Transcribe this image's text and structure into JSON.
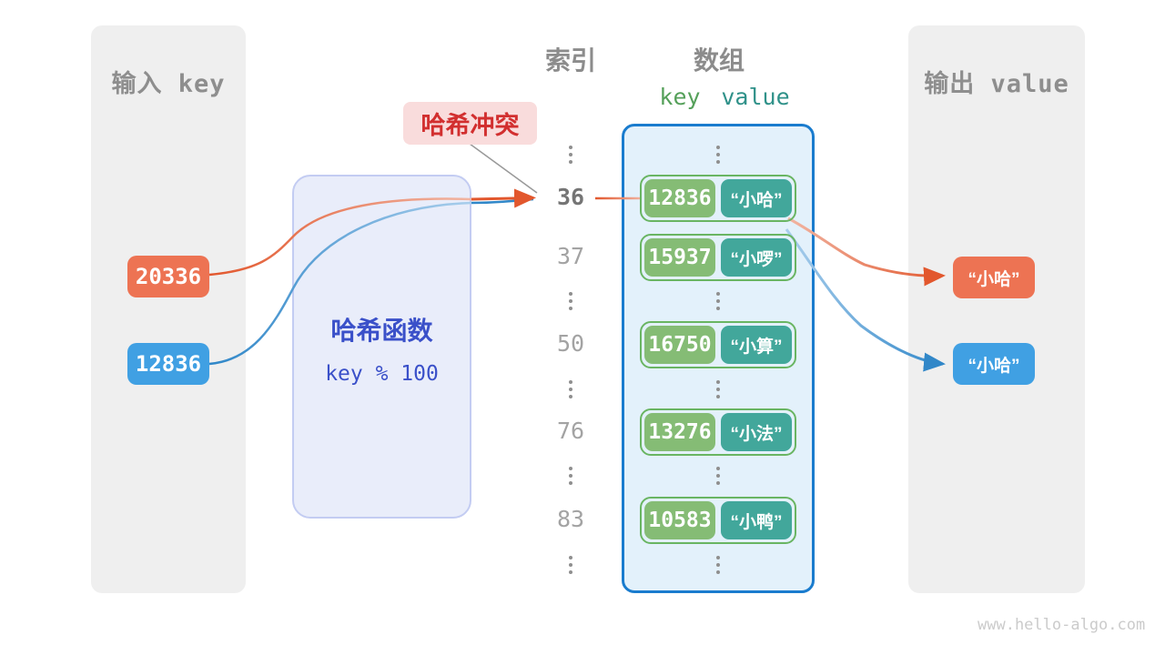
{
  "input_panel": {
    "title": "输入 key",
    "keys": [
      {
        "value": "20336",
        "color": "#ED7353"
      },
      {
        "value": "12836",
        "color": "#40A0E3"
      }
    ]
  },
  "hash_function": {
    "name": "哈希函数",
    "formula": "key % 100"
  },
  "collision_label": "哈希冲突",
  "index_column": {
    "title": "索引",
    "indices": [
      "36",
      "37",
      "50",
      "76",
      "83"
    ],
    "highlighted_index": "36"
  },
  "array": {
    "title": "数组",
    "key_header": "key",
    "value_header": "value",
    "entries": [
      {
        "index": "36",
        "key": "12836",
        "value": "“小哈”"
      },
      {
        "index": "37",
        "key": "15937",
        "value": "“小啰”"
      },
      {
        "index": "50",
        "key": "16750",
        "value": "“小算”"
      },
      {
        "index": "76",
        "key": "13276",
        "value": "“小法”"
      },
      {
        "index": "83",
        "key": "10583",
        "value": "“小鸭”"
      }
    ]
  },
  "output_panel": {
    "title": "输出 value",
    "values": [
      {
        "value": "“小哈”",
        "color": "#ED7353"
      },
      {
        "value": "“小哈”",
        "color": "#40A0E3"
      }
    ]
  },
  "watermark": "www.hello-algo.com",
  "colors": {
    "key_orange": "#ED7353",
    "key_blue": "#40A0E3",
    "curve_orange": "#E2572D",
    "curve_blue": "#2E86C8",
    "array_key_green": "#85BC75",
    "array_value_teal": "#42A79B",
    "array_border_blue": "#1A7CCE",
    "array_bg": "#E3F1FB",
    "hash_box_bg": "#E9EDFA",
    "hash_text_blue": "#3A50C9",
    "collision_red": "#D22F2F",
    "collision_bg": "#F9DCDC",
    "panel_gray": "#EFEFEF"
  }
}
